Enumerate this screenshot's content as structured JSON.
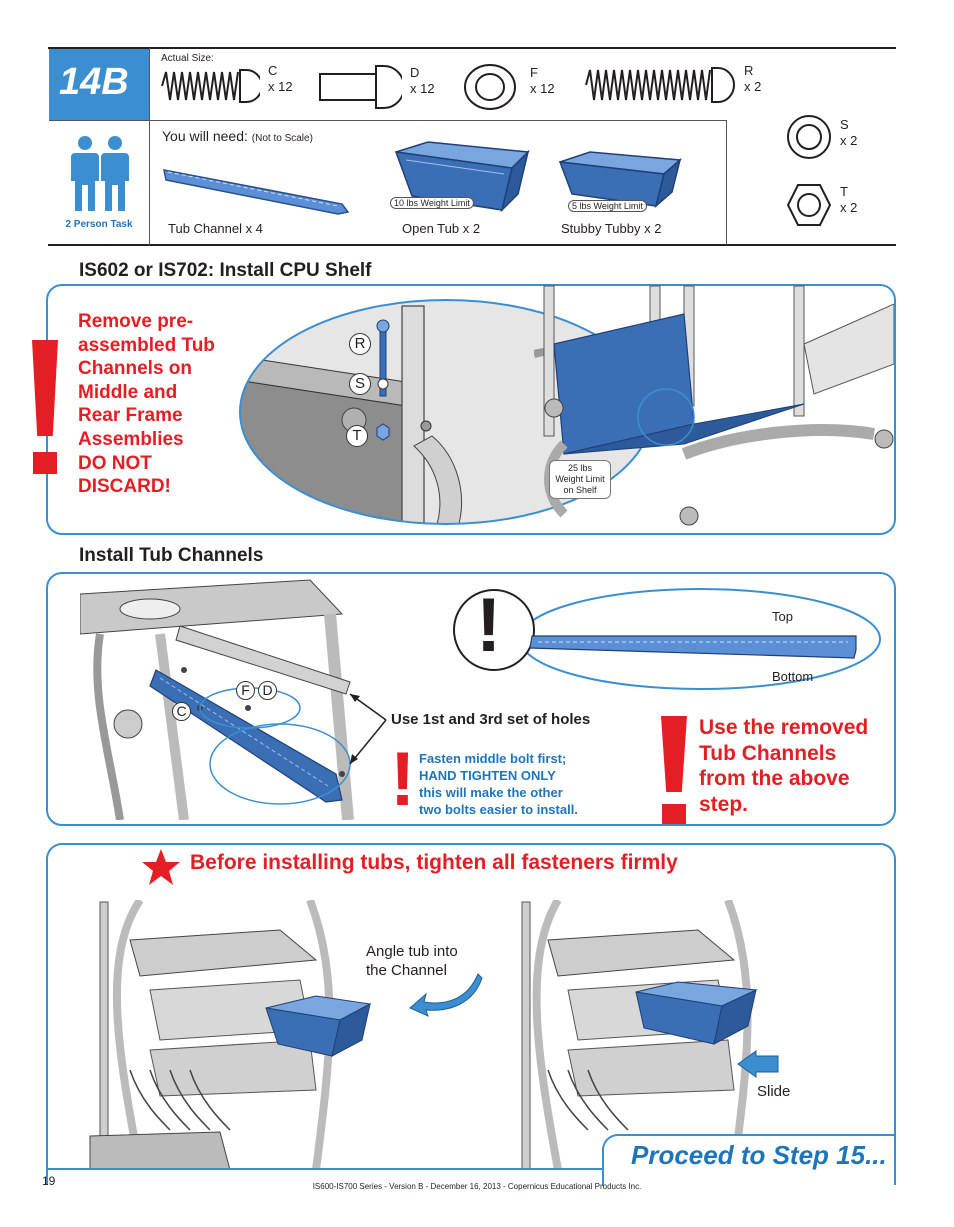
{
  "header": {
    "step": "14B",
    "actual_size_label": "Actual Size:",
    "person_task": "2 Person Task",
    "you_will_need": "You will need:",
    "not_to_scale": "(Not to Scale)"
  },
  "hardware": [
    {
      "letter": "C",
      "qty": "x 12"
    },
    {
      "letter": "D",
      "qty": "x 12"
    },
    {
      "letter": "F",
      "qty": "x 12"
    },
    {
      "letter": "R",
      "qty": "x 2"
    },
    {
      "letter": "S",
      "qty": "x 2"
    },
    {
      "letter": "T",
      "qty": "x 2"
    }
  ],
  "parts": [
    {
      "label": "Tub Channel x 4"
    },
    {
      "label": "Open Tub x 2",
      "limit": "10 lbs Weight Limit"
    },
    {
      "label": "Stubby Tubby x 2",
      "limit": "5 lbs Weight Limit"
    }
  ],
  "section1": {
    "title": "IS602 or IS702: Install CPU Shelf",
    "warning": [
      "Remove pre-",
      "assembled Tub",
      "Channels on",
      "Middle and",
      "Rear Frame",
      "Assemblies",
      "DO NOT",
      "DISCARD!"
    ],
    "callouts": [
      "R",
      "S",
      "T"
    ],
    "shelf_limit": [
      "25 lbs",
      "Weight Limit",
      "on Shelf"
    ]
  },
  "section2": {
    "title": "Install Tub Channels",
    "top_label": "Top",
    "bottom_label": "Bottom",
    "callouts": [
      "F",
      "D",
      "C"
    ],
    "holes_note": "Use 1st and 3rd set of holes",
    "fasten_note": [
      "Fasten middle bolt first;",
      "HAND TIGHTEN ONLY",
      "this will make the other",
      "two bolts easier to install."
    ],
    "reuse_note": [
      "Use the removed",
      "Tub Channels",
      "from the above",
      "step."
    ]
  },
  "section3": {
    "title": "Before installing tubs, tighten all fasteners firmly",
    "angle_note": [
      "Angle tub into",
      "the Channel"
    ],
    "slide_note": "Slide",
    "proceed": "Proceed to Step 15..."
  },
  "footer": {
    "page_number": "19",
    "doc_info": "IS600-IS700 Series - Version B - December 16, 2013 - Copernicus Educational Products Inc."
  },
  "colors": {
    "accent_blue": "#3b8fd0",
    "warning_red": "#e31e24",
    "part_blue": "#3a6fb5"
  }
}
